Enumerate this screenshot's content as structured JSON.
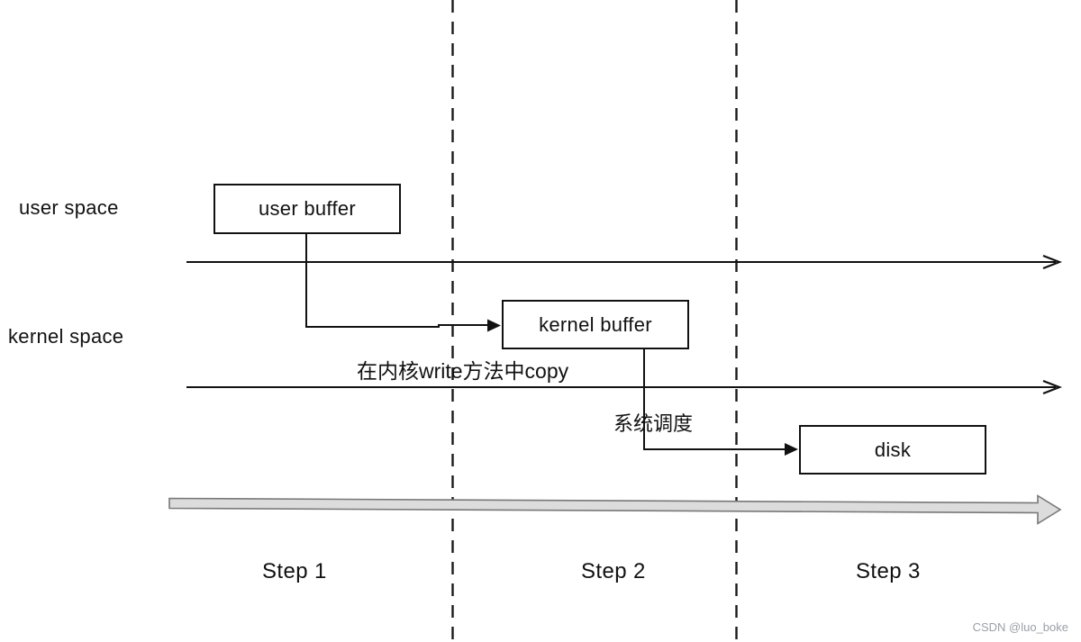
{
  "diagram": {
    "lanes": {
      "user_space_label": "user space",
      "kernel_space_label": "kernel space"
    },
    "nodes": {
      "user_buffer": "user buffer",
      "kernel_buffer": "kernel buffer",
      "disk": "disk"
    },
    "annotations": {
      "copy_note": "在内核write方法中copy",
      "syscall_note": "系统调度"
    },
    "steps": [
      "Step 1",
      "Step 2",
      "Step 3"
    ],
    "watermark": "CSDN @luo_boke",
    "colors": {
      "line": "#111111",
      "dashed_divider": "#1a1a1a",
      "time_axis_fill": "#dcdcdc",
      "time_axis_stroke": "#787878",
      "watermark_text": "#9aa0a8",
      "background": "#ffffff"
    }
  }
}
